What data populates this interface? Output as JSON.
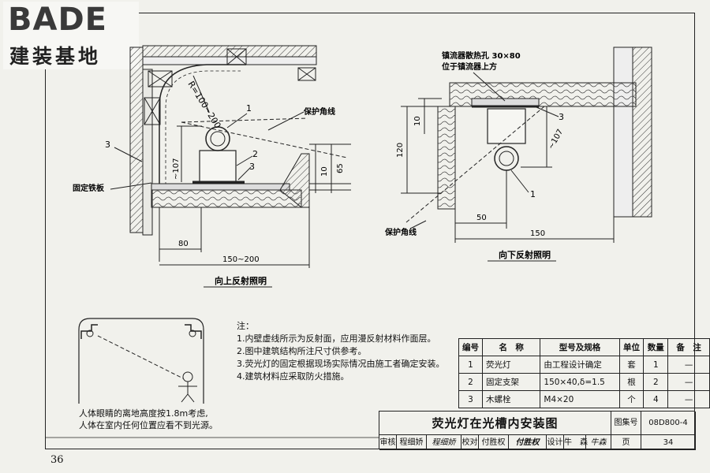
{
  "logo": {
    "brand": "BADE",
    "subtitle": "建装基地"
  },
  "page_number": "36",
  "diagram_up": {
    "radius_label": "R=100~200",
    "callout_1": "1",
    "callout_2": "2",
    "callout_3": "3",
    "callout_3b": "3",
    "protective_corner_label": "保护角线",
    "fixed_plate_label": "固定铁板",
    "dim_107": "~107",
    "dim_10": "10",
    "dim_65": "65",
    "dim_80": "80",
    "dim_150_200": "150~200",
    "caption": "向上反射照明"
  },
  "diagram_down": {
    "ballast_note_1": "镇流器散热孔 30×80",
    "ballast_note_2": "位于镇流器上方",
    "callout_3": "3",
    "callout_1": "1",
    "dim_107": "~107",
    "dim_10": "10",
    "dim_120": "120",
    "dim_50": "50",
    "dim_150": "150",
    "protective_corner_label": "保护角线",
    "caption": "向下反射照明"
  },
  "notes": {
    "heading": "注：",
    "items": [
      "1.内壁虚线所示为反射面，应用漫反射材料作面层。",
      "2.图中建筑结构所注尺寸供参考。",
      "3.荧光灯的固定根据现场实际情况由施工者确定安装。",
      "4.建筑材料应采取防火措施。"
    ]
  },
  "human_note": {
    "line1": "人体眼睛的离地高度按1.8m考虑,",
    "line2": "人体在室内任何位置应看不到光源。"
  },
  "parts_table": {
    "headers": [
      "编号",
      "名　称",
      "型号及规格",
      "单位",
      "数量",
      "备　注"
    ],
    "rows": [
      [
        "1",
        "荧光灯",
        "由工程设计确定",
        "套",
        "1",
        "—"
      ],
      [
        "2",
        "固定支架",
        "150×40,δ=1.5",
        "根",
        "2",
        "—"
      ],
      [
        "3",
        "木螺栓",
        "M4×20",
        "个",
        "4",
        "—"
      ]
    ]
  },
  "title_block": {
    "title": "荧光灯在光槽内安装图",
    "atlas_label": "图集号",
    "atlas_value": "08D800-4",
    "review_label": "审核",
    "reviewer": "程细娇",
    "reviewer_sign": "程细娇",
    "check_label": "校对",
    "checker": "付胜权",
    "checker_sign": "付胜权",
    "design_label": "设计",
    "designer": "牛　森",
    "designer_sign": "牛森",
    "page_label": "页",
    "page_value": "34"
  }
}
